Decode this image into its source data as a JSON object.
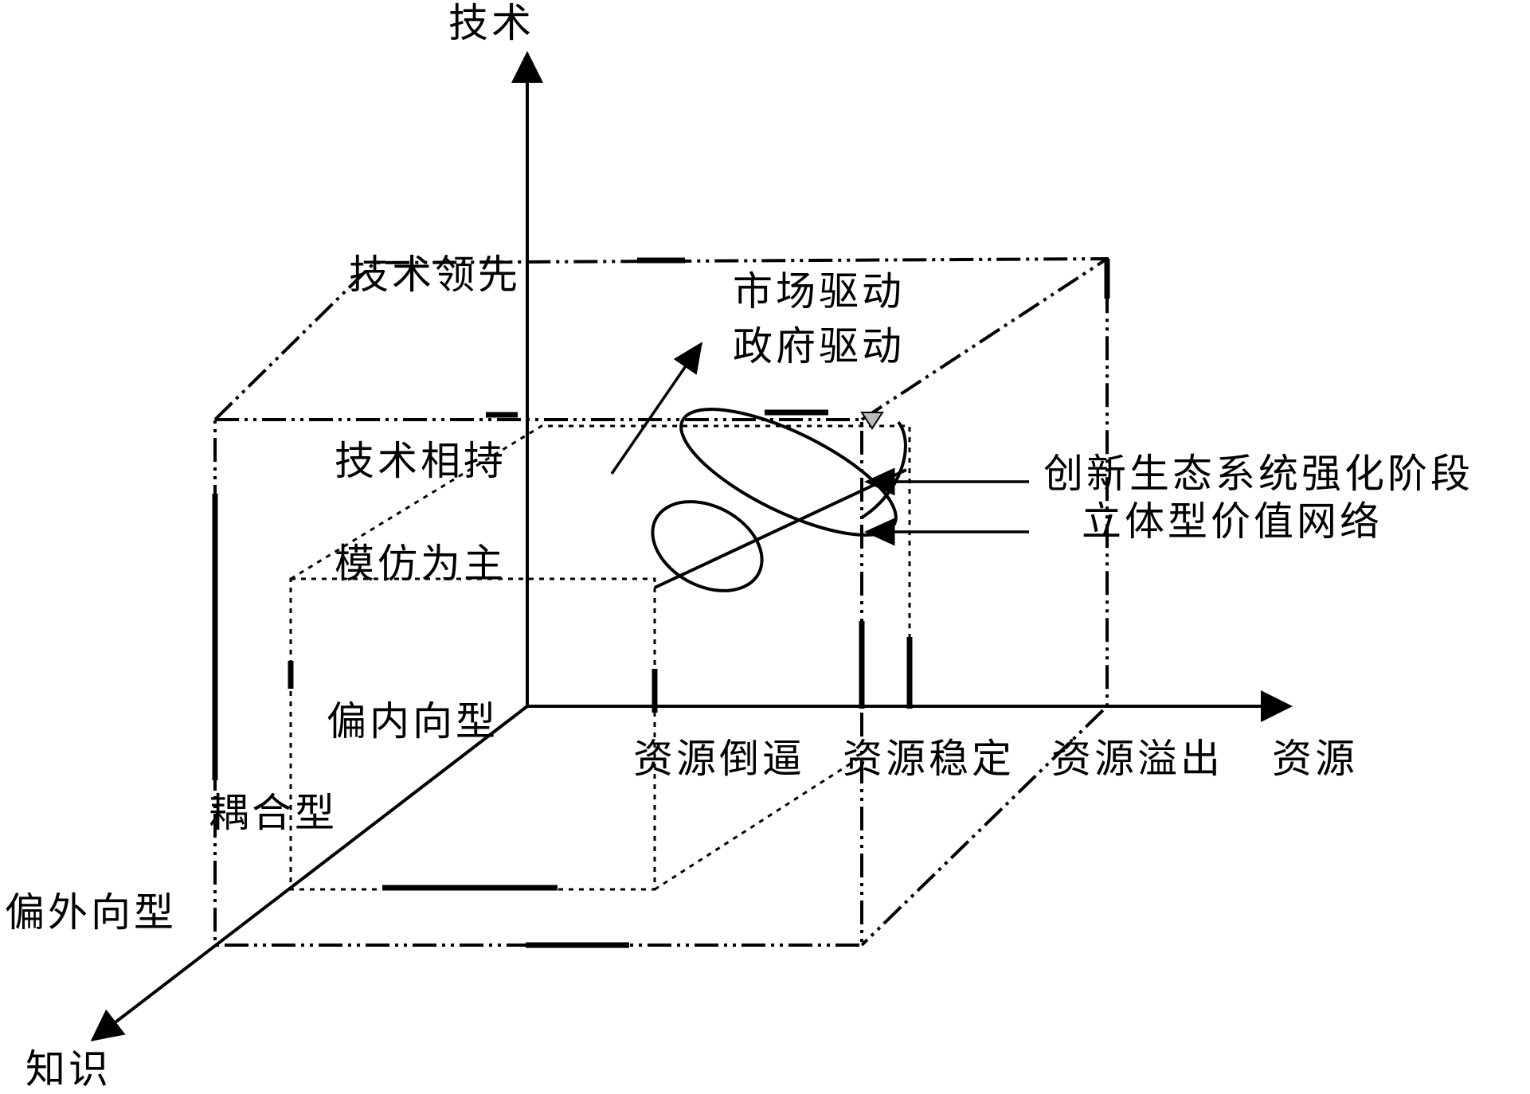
{
  "axes": {
    "technology": "技术",
    "resource": "资源",
    "knowledge": "知识"
  },
  "technology_levels": [
    "技术领先",
    "技术相持",
    "模仿为主"
  ],
  "resource_levels": [
    "资源倒逼",
    "资源稳定",
    "资源溢出"
  ],
  "knowledge_levels": [
    "偏内向型",
    "耦合型",
    "偏外向型"
  ],
  "drivers": [
    "市场驱动",
    "政府驱动"
  ],
  "annotations": {
    "stage": "创新生态系统强化阶段",
    "network": "立体型价值网络"
  }
}
